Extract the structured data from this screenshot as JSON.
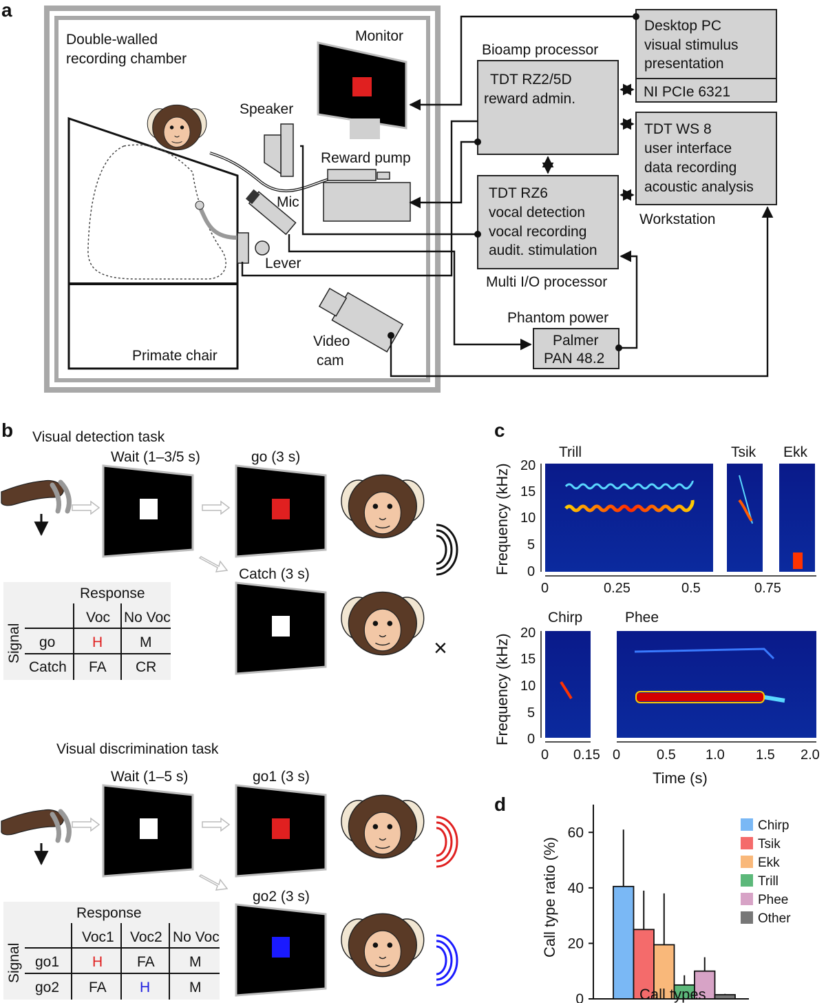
{
  "panels": {
    "a": "a",
    "b": "b",
    "c": "c",
    "d": "d"
  },
  "setup": {
    "chamber_line1": "Double-walled",
    "chamber_line2": "recording chamber",
    "monitor": "Monitor",
    "speaker": "Speaker",
    "reward_pump": "Reward pump",
    "mic": "Mic",
    "lever": "Lever",
    "video_line1": "Video",
    "video_line2": "cam",
    "primate_chair": "Primate chair",
    "bioamp_title": "Bioamp processor",
    "bioamp_line1": "TDT RZ2/5D",
    "bioamp_line2": "reward admin.",
    "rz6_line1": "TDT RZ6",
    "rz6_line2": "vocal detection",
    "rz6_line3": "vocal recording",
    "rz6_line4": "audit. stimulation",
    "multi_io": "Multi I/O processor",
    "pc_line1": "Desktop PC",
    "pc_line2": "visual stimulus",
    "pc_line3": "presentation",
    "ni_card": "NI PCIe 6321",
    "ws_line1": "TDT WS 8",
    "ws_line2": "user interface",
    "ws_line3": "data recording",
    "ws_line4": "acoustic analysis",
    "workstation": "Workstation",
    "phantom": "Phantom power",
    "palmer_line1": "Palmer",
    "palmer_line2": "PAN 48.2"
  },
  "task1": {
    "title": "Visual detection task",
    "wait": "Wait (1–3/5 s)",
    "go": "go (3 s)",
    "catch": "Catch (3 s)",
    "x_mark": "×",
    "table": {
      "response": "Response",
      "signal": "Signal",
      "col1": "Voc",
      "col2": "No Voc",
      "row1": "go",
      "row2": "Catch",
      "c11": "H",
      "c12": "M",
      "c21": "FA",
      "c22": "CR"
    }
  },
  "task2": {
    "title": "Visual discrimination task",
    "wait": "Wait (1–5 s)",
    "go1": "go1 (3 s)",
    "go2": "go2 (3 s)",
    "table": {
      "response": "Response",
      "signal": "Signal",
      "col1": "Voc1",
      "col2": "Voc2",
      "col3": "No Voc",
      "row1": "go1",
      "row2": "go2",
      "c11": "H",
      "c12": "FA",
      "c13": "M",
      "c21": "FA",
      "c22": "H",
      "c23": "M"
    }
  },
  "spectro": {
    "top_labels": [
      "Trill",
      "Tsik",
      "Ekk"
    ],
    "bottom_labels": [
      "Chirp",
      "Phee"
    ],
    "ylabel": "Frequency (kHz)",
    "xlabel": "Time (s)",
    "yticks": [
      "20",
      "15",
      "10",
      "5",
      "0"
    ],
    "top_xticks": [
      "0",
      "0.25",
      "0.5",
      "0.75"
    ],
    "chirp_xticks": [
      "0",
      "0.15"
    ],
    "phee_xticks": [
      "0",
      "0.5",
      "1.0",
      "1.5",
      "2.0"
    ]
  },
  "colors": {
    "go_red": "#e02020",
    "go2_blue": "#1a1aff",
    "hit_red": "#e02020",
    "hit_blue": "#2020e0"
  },
  "chart_data": {
    "type": "bar",
    "categories": [
      "Chirp",
      "Tsik",
      "Ekk",
      "Trill",
      "Phee",
      "Other"
    ],
    "values": [
      40.5,
      25,
      19.5,
      5,
      10,
      1.5
    ],
    "errors": [
      20.5,
      14,
      18.5,
      3.5,
      5,
      0.3
    ],
    "colors": [
      "#7ab8f5",
      "#f46b6b",
      "#f9b87a",
      "#5cb87a",
      "#d7a3c6",
      "#777777"
    ],
    "xlabel": "Call types",
    "ylabel": "Call type ratio (%)",
    "ylim": [
      0,
      70
    ],
    "yticks": [
      0,
      20,
      40,
      60
    ],
    "legend": "right"
  }
}
